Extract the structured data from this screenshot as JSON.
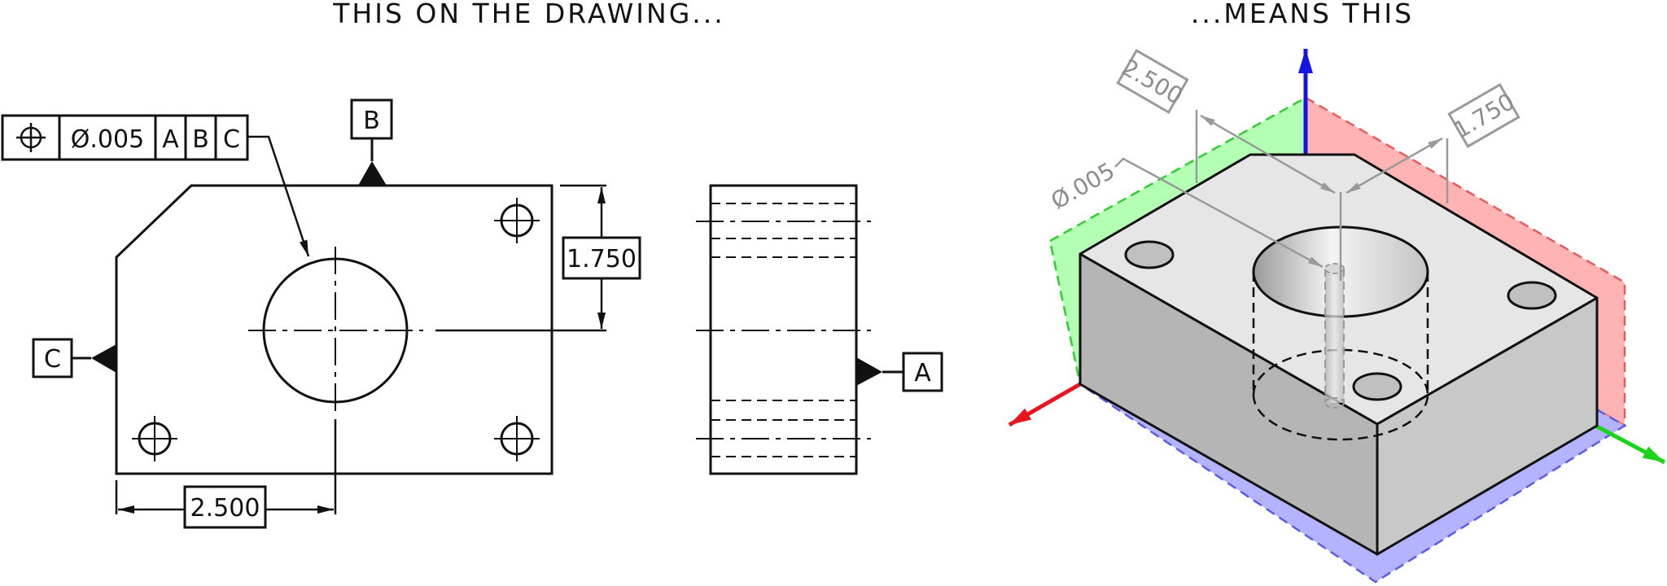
{
  "left_heading": "THIS ON THE DRAWING...",
  "right_heading": "...MEANS THIS",
  "feature_control_frame": {
    "symbol": "position-icon",
    "tolerance": "Ø.005",
    "datums": [
      "A",
      "B",
      "C"
    ]
  },
  "datum_labels": {
    "a": "A",
    "b": "B",
    "c": "C"
  },
  "dimensions": {
    "horizontal": "2.500",
    "vertical": "1.750"
  },
  "iso_callouts": {
    "horizontal": "2.500",
    "vertical": "1.750",
    "tolerance": "Ø.005"
  },
  "colors": {
    "line": "#111111",
    "gray_annotation": "#9a9a9a",
    "x_axis": "#e8141e",
    "y_axis": "#1ad41a",
    "z_axis": "#1414e6",
    "plane_x": "#ffb3b3",
    "plane_y": "#b3ffb3",
    "plane_z": "#b3b3ff",
    "block_top": "#e6e6e6",
    "block_left": "#b5b5b5",
    "block_right": "#c8c8c8"
  }
}
